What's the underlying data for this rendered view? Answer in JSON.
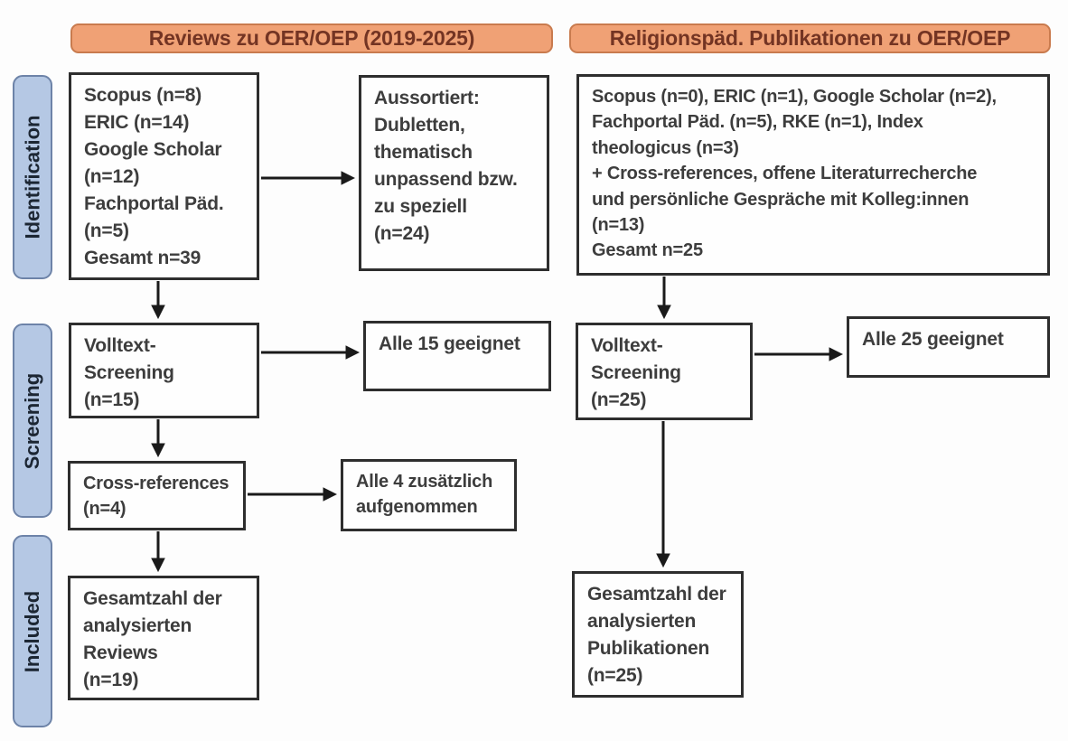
{
  "headers": {
    "left": "Reviews zu OER/OEP (2019-2025)",
    "right": "Religionspäd. Publikationen zu OER/OEP"
  },
  "stage_labels": {
    "identification": "Identification",
    "screening": "Screening",
    "included": "Included"
  },
  "left_flow": {
    "sources": "Scopus (n=8)\nERIC (n=14)\nGoogle Scholar\n(n=12)\nFachportal Päd.\n(n=5)\nGesamt n=39",
    "excluded": "Aussortiert:\nDubletten,\nthematisch\nunpassend bzw.\nzu speziell\n(n=24)",
    "fulltext": "Volltext-\nScreening\n(n=15)",
    "fulltext_result": "Alle 15 geeignet",
    "crossref": "Cross-references\n(n=4)",
    "crossref_result": "Alle 4 zusätzlich\naufgenommen",
    "included_total": "Gesamtzahl der\nanalysierten\nReviews\n(n=19)"
  },
  "right_flow": {
    "sources": "Scopus (n=0), ERIC (n=1), Google Scholar (n=2),\nFachportal Päd. (n=5), RKE (n=1), Index\ntheologicus (n=3)\n+ Cross-references, offene Literaturrecherche\nund persönliche Gespräche mit Kolleg:innen\n(n=13)\nGesamt n=25",
    "fulltext": "Volltext-\nScreening\n(n=25)",
    "fulltext_result": "Alle 25 geeignet",
    "included_total": "Gesamtzahl der\nanalysierten\nPublikationen\n(n=25)"
  },
  "colors": {
    "header_fill": "#f0a175",
    "header_border": "#c97b4e",
    "header_text": "#733423",
    "stage_fill": "#b5c8e4",
    "stage_border": "#6d83a8",
    "stage_text": "#1c2633",
    "box_border": "#2e2e2e",
    "box_text": "#3d3d3d",
    "arrow": "#1a1a1a"
  }
}
